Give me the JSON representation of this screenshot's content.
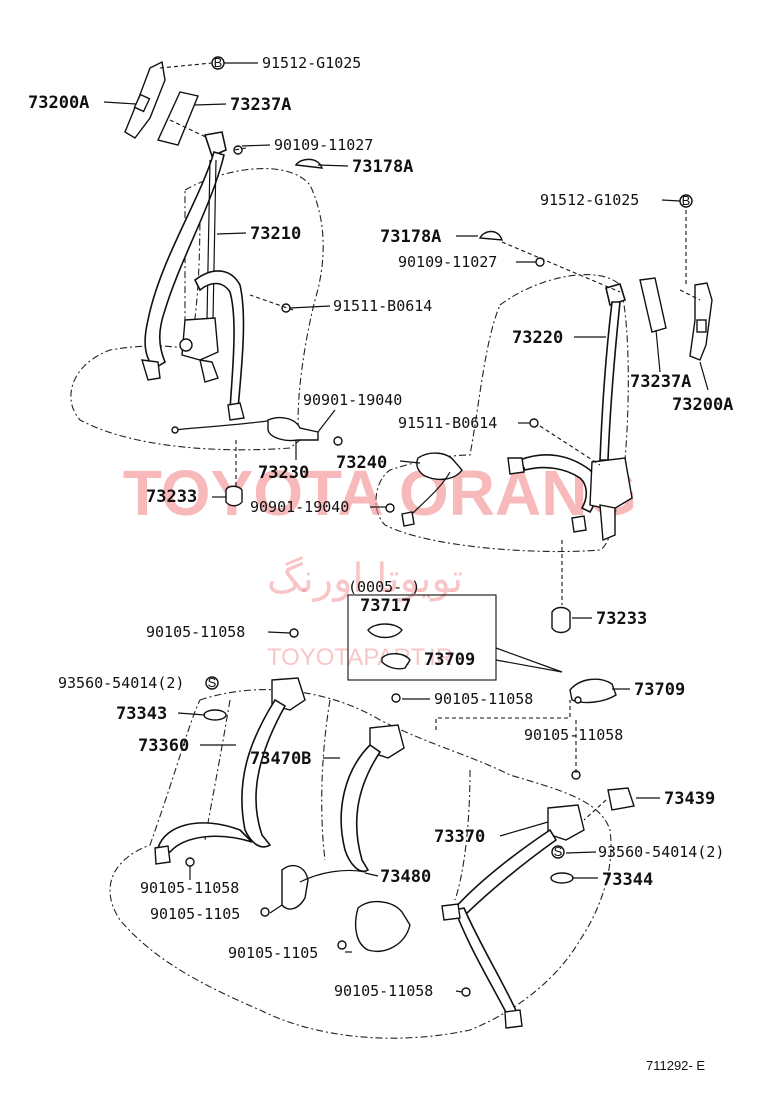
{
  "watermark": {
    "brand": "TOYOTA ORANG",
    "persian": "تویوتا اورنگ",
    "url": "TOYOTAPART.IR"
  },
  "labels": {
    "l_91512_top": "91512-G1025",
    "l_73200A_left": "73200A",
    "l_73237A_left": "73237A",
    "l_90109_top": "90109-11027",
    "l_73178A_left": "73178A",
    "l_73210": "73210",
    "l_91511_left": "91511-B0614",
    "l_90901_top": "90901-19040",
    "l_73230": "73230",
    "l_73233_left": "73233",
    "l_91512_right": "91512-G1025",
    "l_73178A_right": "73178A",
    "l_90109_right": "90109-11027",
    "l_73220": "73220",
    "l_73237A_right": "73237A",
    "l_73200A_right": "73200A",
    "l_91511_right": "91511-B0614",
    "l_73240": "73240",
    "l_90901_mid": "90901-19040",
    "l_73233_right": "73233",
    "l_range": "(0005-     )",
    "l_73717": "73717",
    "l_73709_box": "73709",
    "l_90105_a": "90105-11058",
    "l_93560_left": "93560-54014(2)",
    "l_73343": "73343",
    "l_73360": "73360",
    "l_90105_b": "90105-11058",
    "l_73470B": "73470B",
    "l_73709_right": "73709",
    "l_90105_c": "90105-11058",
    "l_73439": "73439",
    "l_73370": "73370",
    "l_93560_right": "93560-54014(2)",
    "l_73344": "73344",
    "l_90105_d": "90105-11058",
    "l_73480": "73480",
    "l_90105_e": "90105-1105",
    "l_90105_f": "90105-1105",
    "l_90105_g": "90105-11058",
    "ref_code": "711292- E"
  },
  "symbols": {
    "bolt_mark": "B",
    "screw_mark": "S"
  }
}
